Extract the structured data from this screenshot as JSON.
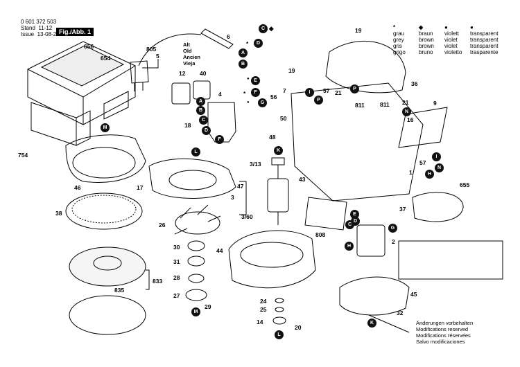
{
  "header": {
    "doc_number": "0 601 372 503",
    "stand_label": "Stand",
    "stand_value": "11-12",
    "issue_label": "Issue",
    "issue_value": "13-08-28",
    "figure_label": "Fig./Abb. 1"
  },
  "variant_label": [
    "Alt",
    "Old",
    "Ancien",
    "Vieja"
  ],
  "legend": {
    "symbols": [
      "*",
      "◆",
      "●",
      "●"
    ],
    "rows": [
      [
        "grau",
        "braun",
        "violett",
        "transparent"
      ],
      [
        "grey",
        "brown",
        "violet",
        "transparent"
      ],
      [
        "gris",
        "brown",
        "violet",
        "transparent"
      ],
      [
        "grigo",
        "bruno",
        "violetto",
        "trasparente"
      ]
    ]
  },
  "notice": [
    "Änderungen vorbehalten",
    "Modifications reserved",
    "Modifications réservées",
    "Salvo modificaciones"
  ],
  "callouts": {
    "p656": "656",
    "p654": "654",
    "p754": "754",
    "p805": "805",
    "p5": "5",
    "p12": "12",
    "p40": "40",
    "p6": "6",
    "p4": "4",
    "p18": "18",
    "p46": "46",
    "p17": "17",
    "p47": "47",
    "p38": "38",
    "p26": "26",
    "p30": "30",
    "p31": "31",
    "p28": "28",
    "p27": "27",
    "p29": "29",
    "p833": "833",
    "p835": "835",
    "p44": "44",
    "p3": "3",
    "p3_13": "3/13",
    "p3_60": "3/60",
    "p43": "43",
    "p48": "48",
    "p50": "50",
    "p56": "56",
    "p7": "7",
    "p19a": "19",
    "p19b": "19",
    "p57a": "57",
    "p21a": "21",
    "p811a": "811",
    "p811b": "811",
    "p21b": "21",
    "p16": "16",
    "p36": "36",
    "p9": "9",
    "p57b": "57",
    "p1": "1",
    "p655": "655",
    "p37": "37",
    "p808": "808",
    "p2": "2",
    "p45": "45",
    "p24": "24",
    "p25": "25",
    "p14": "14",
    "p20": "20",
    "p32": "32"
  },
  "markers": {
    "A": "A",
    "B": "B",
    "C": "C",
    "D": "D",
    "E": "E",
    "F": "F",
    "G": "G",
    "H": "H",
    "I": "I",
    "K": "K",
    "L": "L",
    "M": "M",
    "N": "N",
    "P": "P"
  },
  "marker_symbols": {
    "star": "*",
    "diamond": "◆",
    "dot": "●"
  }
}
